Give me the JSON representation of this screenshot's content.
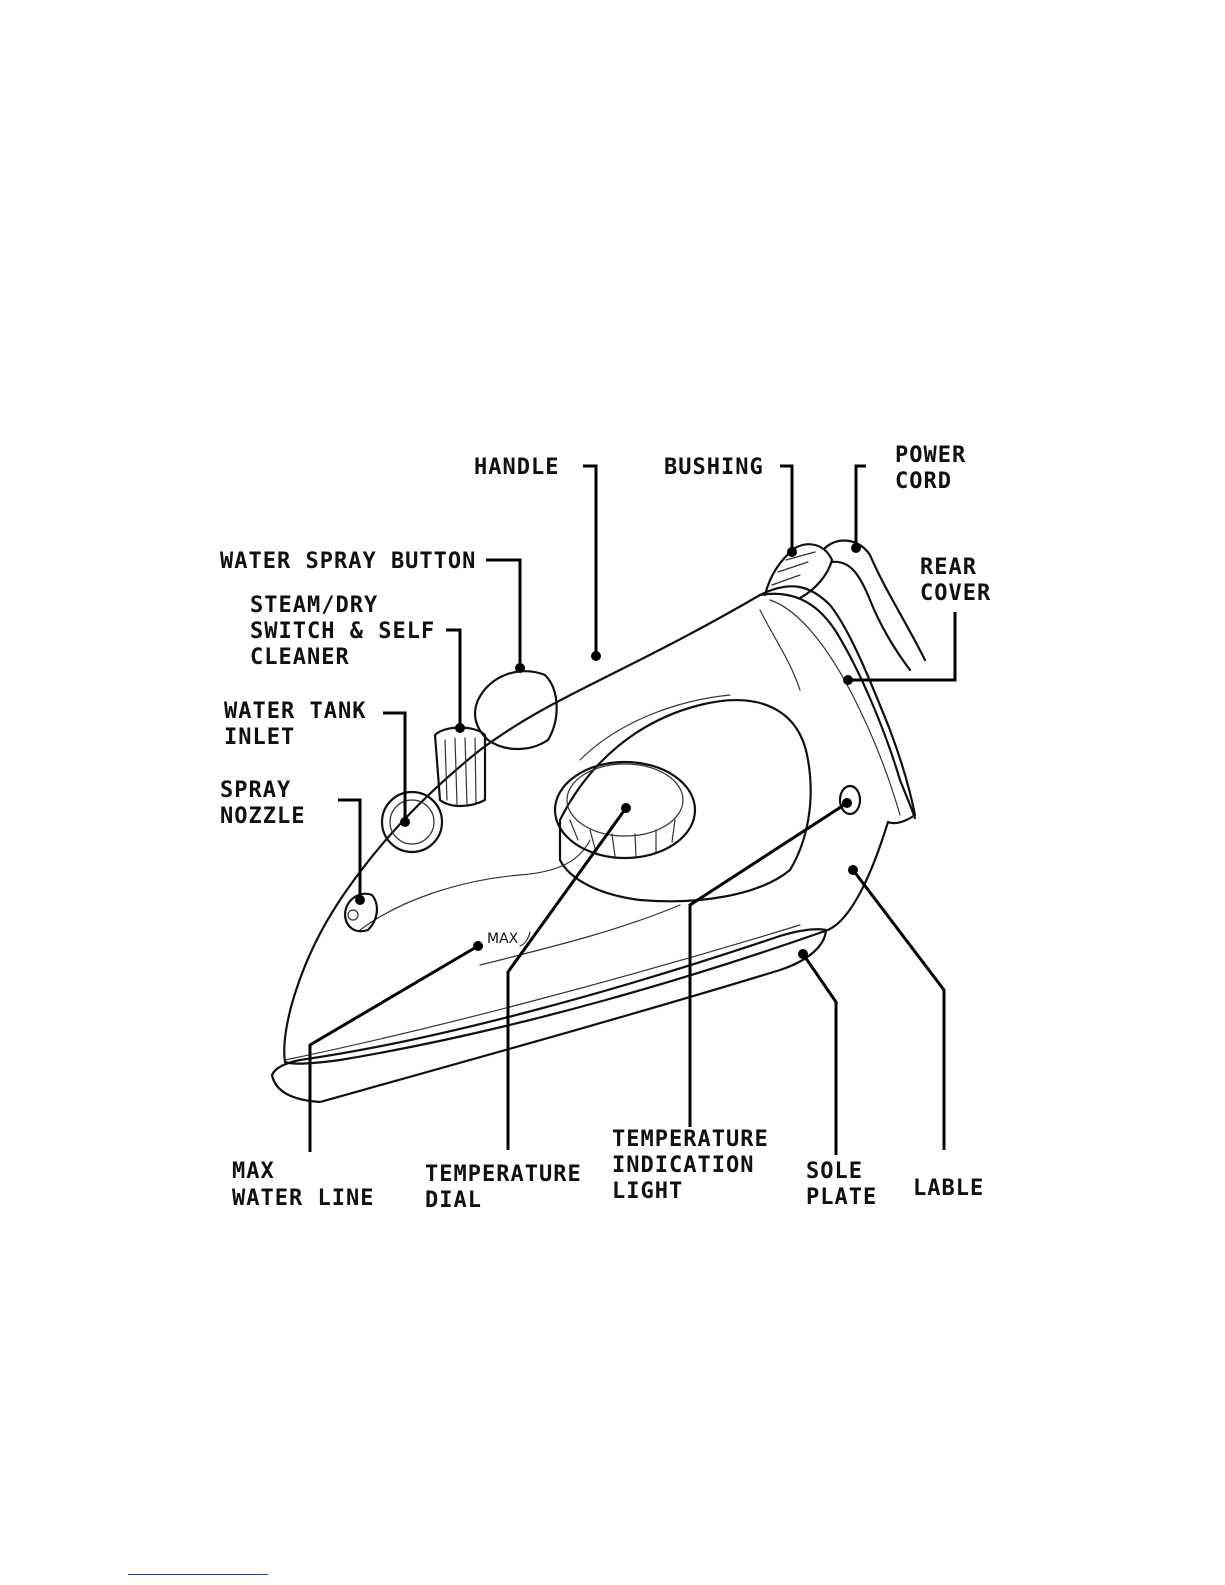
{
  "diagram": {
    "labels": {
      "handle": "HANDLE",
      "bushing": "BUSHING",
      "power_cord": [
        "POWER",
        "CORD"
      ],
      "rear_cover": [
        "REAR",
        "COVER"
      ],
      "water_spray_button": "WATER SPRAY BUTTON",
      "steam_dry_switch": [
        "STEAM/DRY",
        "SWITCH & SELF",
        "CLEANER"
      ],
      "water_tank_inlet": [
        "WATER TANK",
        "INLET"
      ],
      "spray_nozzle": [
        "SPRAY",
        "NOZZLE"
      ],
      "max_water_line": [
        "MAX",
        "WATER LINE"
      ],
      "temperature_dial": [
        "TEMPERATURE",
        "DIAL"
      ],
      "temperature_indication_light": [
        "TEMPERATURE",
        "INDICATION",
        "LIGHT"
      ],
      "sole_plate": [
        "SOLE",
        "PLATE"
      ],
      "lable": "LABLE"
    },
    "max_mark": "MAX"
  },
  "colors": {
    "ink": "#111111",
    "footer_rule": "#1b3fd6"
  }
}
